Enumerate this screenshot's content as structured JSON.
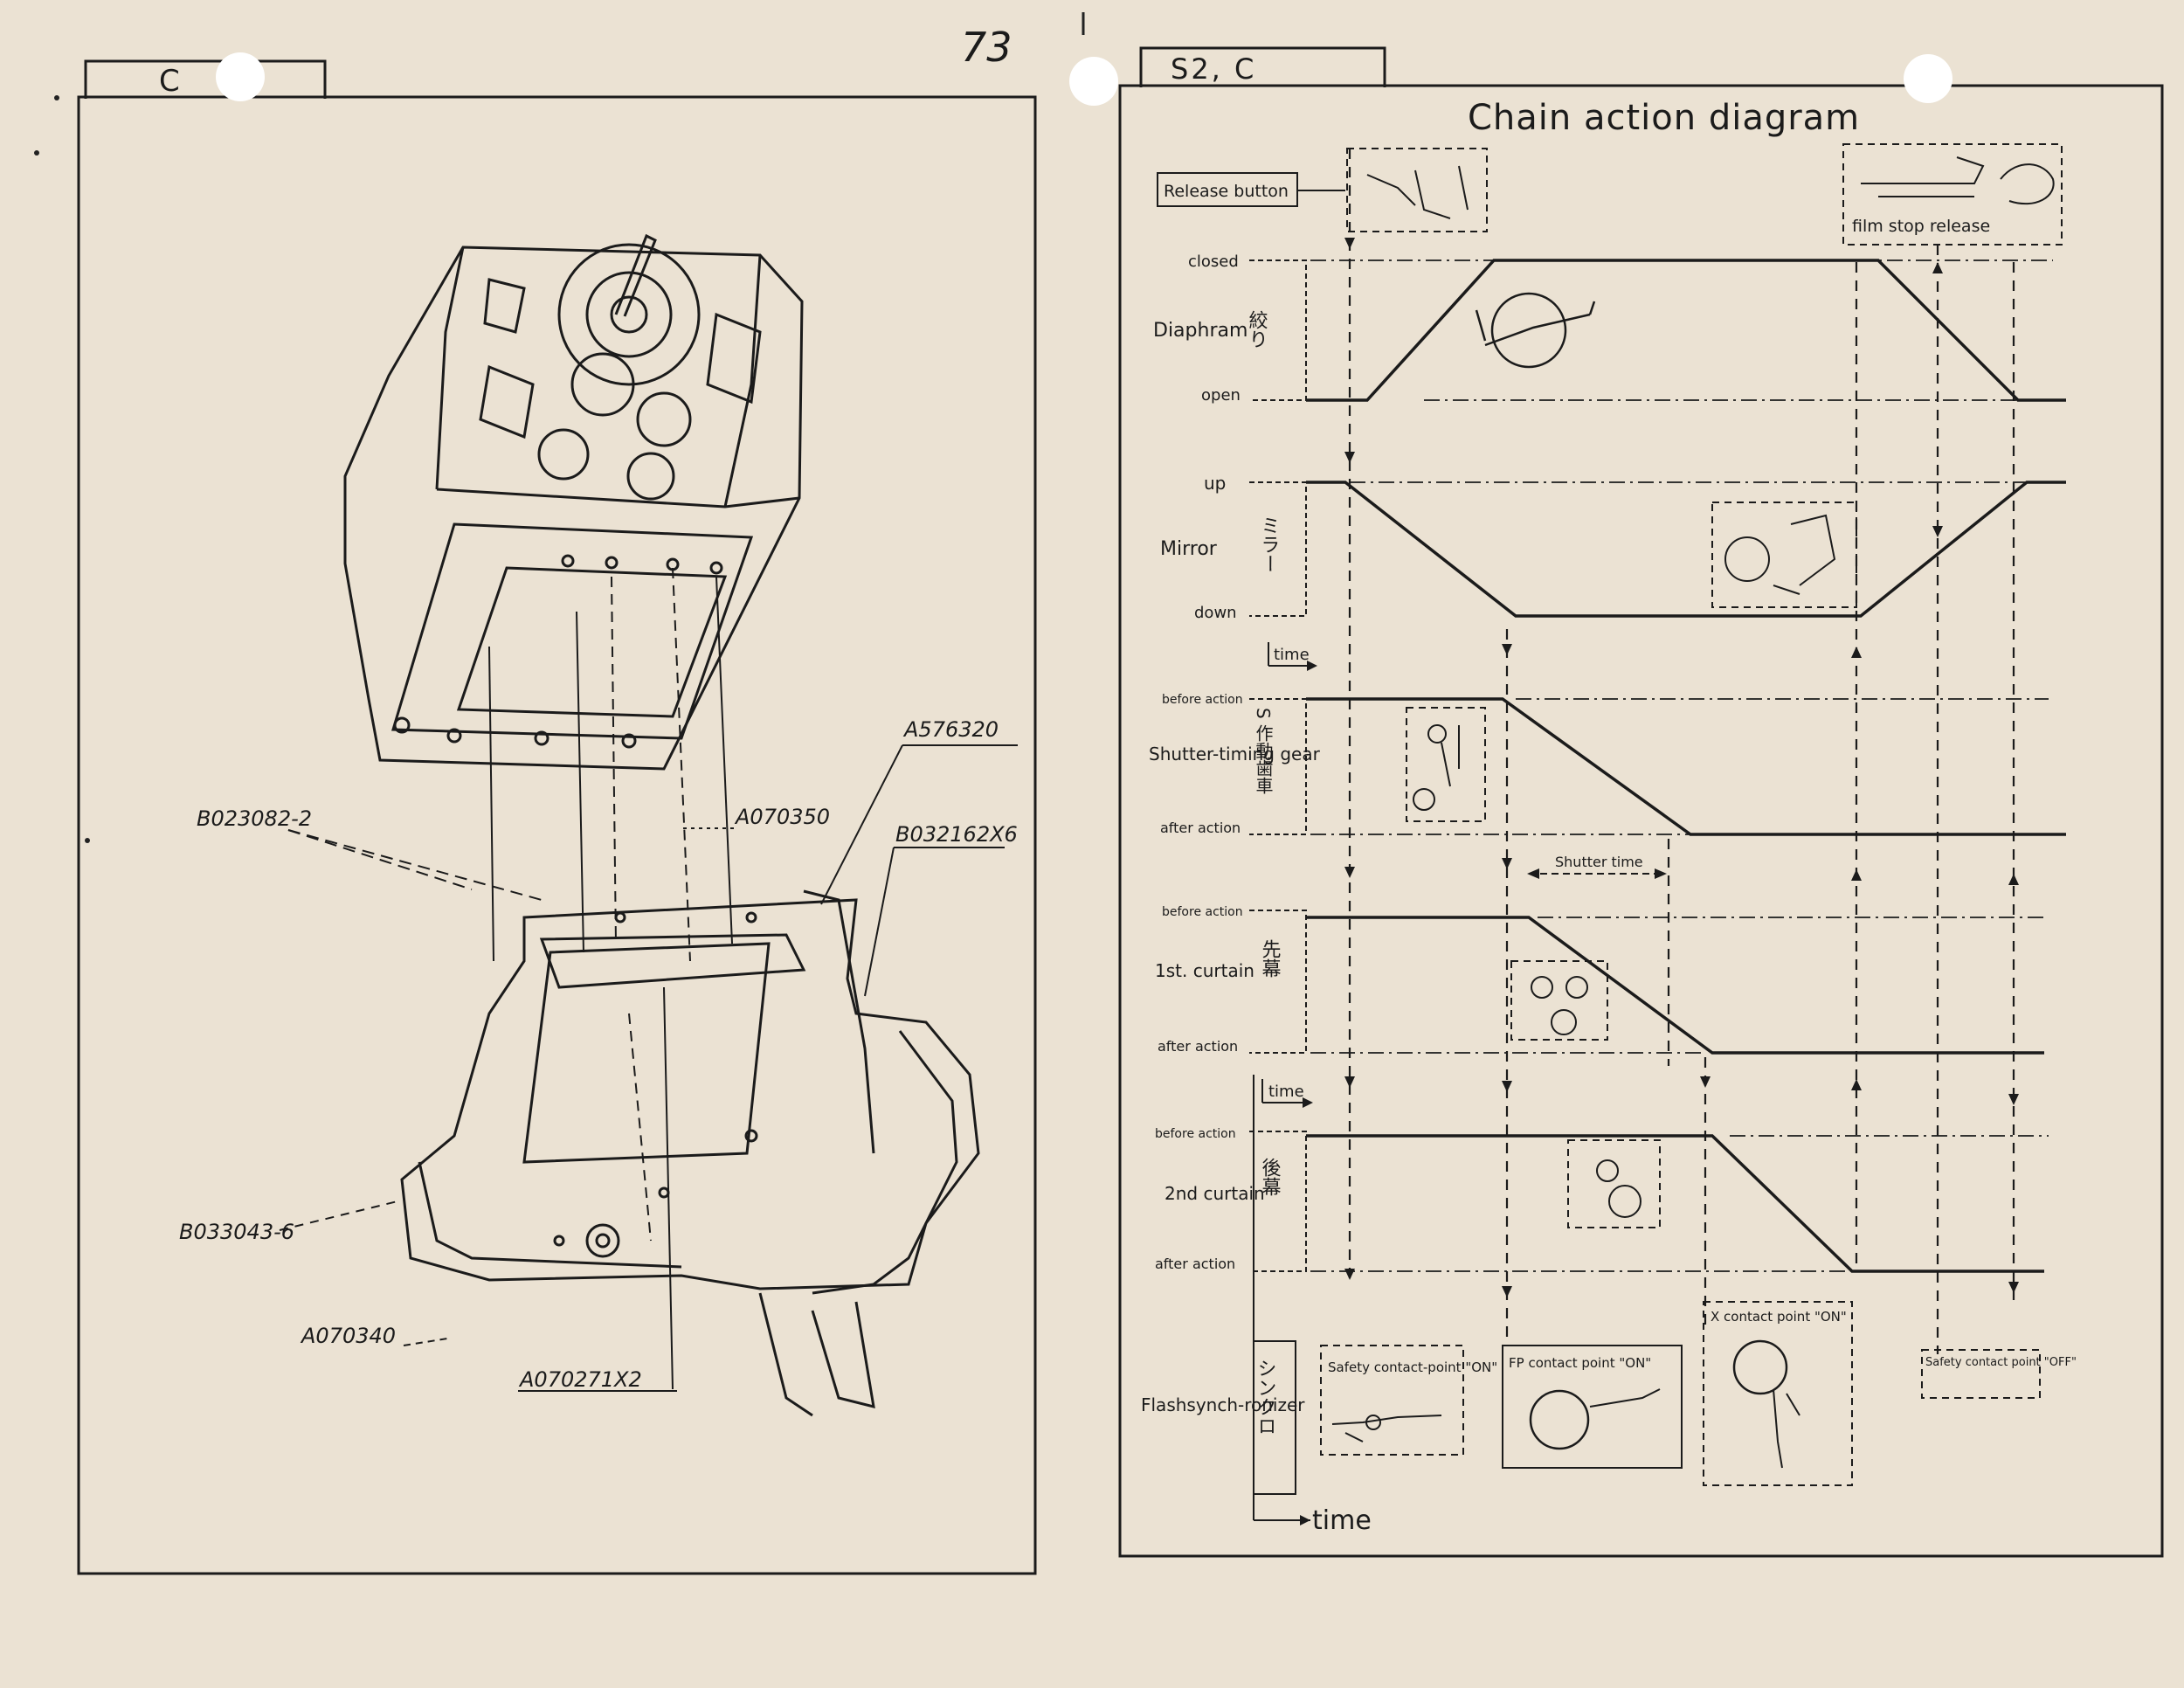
{
  "page": {
    "number": "73"
  },
  "left_panel": {
    "tab_label": "C",
    "part_labels": [
      "A576320",
      "A070350",
      "B023082-2",
      "B032162X6",
      "B033043-6",
      "A070340",
      "A070271X2"
    ]
  },
  "right_panel": {
    "tab_label": "S2, C",
    "title": "Chain action diagram",
    "release_button": "Release button",
    "film_stop_release": "film stop release",
    "rows": [
      {
        "name": "Diaphram",
        "kanji": "絞り",
        "top_state": "closed",
        "bottom_state": "open"
      },
      {
        "name": "Mirror",
        "kanji": "ミラー",
        "top_state": "up",
        "bottom_state": "down"
      },
      {
        "name": "Shutter-timing gear",
        "kanji": "S 作動歯車",
        "top_state": "before action",
        "bottom_state": "after action"
      },
      {
        "name": "1st. curtain",
        "kanji": "先幕",
        "top_state": "before action",
        "bottom_state": "after action"
      },
      {
        "name": "2nd curtain",
        "kanji": "後幕",
        "top_state": "before action",
        "bottom_state": "after action"
      },
      {
        "name": "Flashsynch-ronizer",
        "kanji": "シンクロ",
        "top_state": "",
        "bottom_state": ""
      }
    ],
    "time_label": "time",
    "shutter_time": "Shutter time",
    "contacts": {
      "safety_on": "Safety contact-point \"ON\"",
      "fp_on": "FP contact point \"ON\"",
      "x_on": "X contact point \"ON\"",
      "safety_off": "Safety contact point \"OFF\""
    }
  }
}
